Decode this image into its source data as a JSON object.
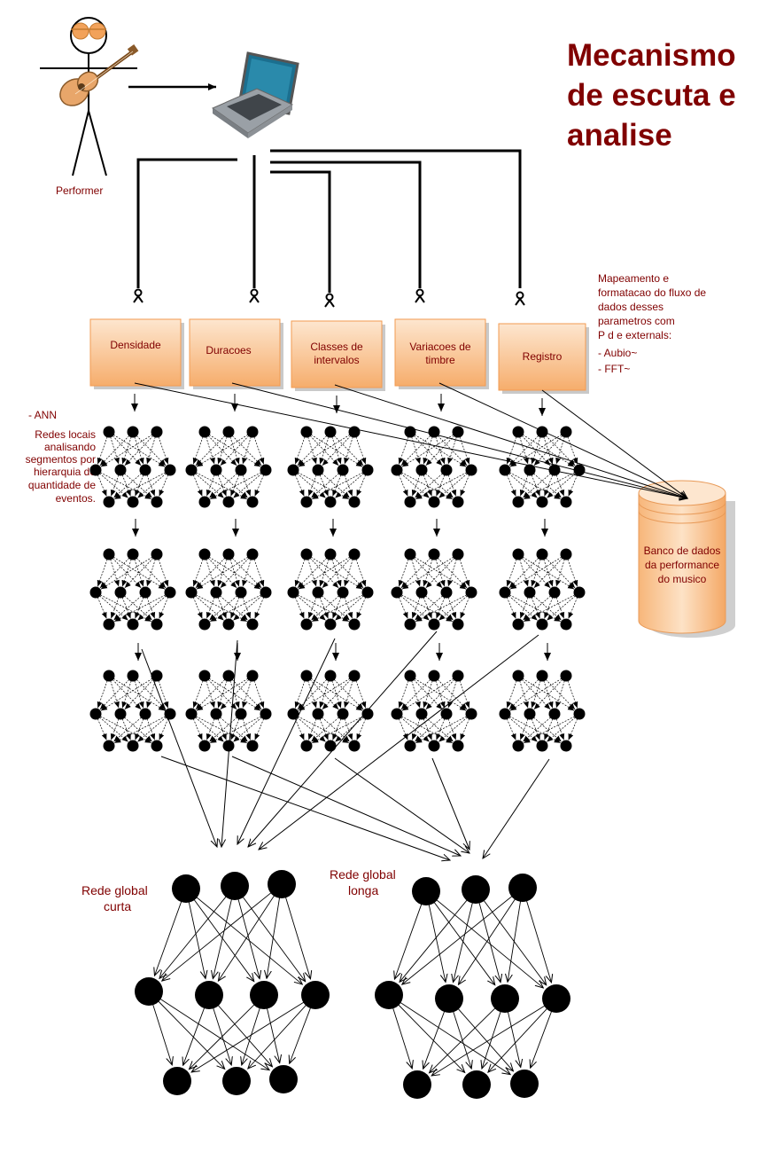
{
  "title": [
    "Mecanismo",
    "de escuta e",
    "analise"
  ],
  "performer_label": "Performer",
  "mapping_note": [
    "Mapeamento e",
    "formatacao do fluxo de",
    "dados desses",
    "parametros com",
    "P d e externals:",
    "- Aubio~",
    "- FFT~"
  ],
  "ann_note": [
    "- ANN",
    "Redes locais",
    "analisando",
    "segmentos por",
    "hierarquia de",
    "quantidade de",
    "eventos."
  ],
  "parameters": [
    {
      "label": [
        "Densidade"
      ]
    },
    {
      "label": [
        "Duracoes"
      ]
    },
    {
      "label": [
        "Classes de",
        "intervalos"
      ]
    },
    {
      "label": [
        "Variacoes de",
        "timbre"
      ]
    },
    {
      "label": [
        "Registro"
      ]
    }
  ],
  "database_label": [
    "Banco de dados",
    "da performance",
    "do musico"
  ],
  "global_short_label": [
    "Rede global",
    "curta"
  ],
  "global_long_label": [
    "Rede global",
    "longa"
  ],
  "colors": {
    "title": "#800000",
    "box_fill_top": "#fde0c4",
    "box_fill_bottom": "#f7b071",
    "box_border": "#f0a060",
    "node": "#000000"
  }
}
